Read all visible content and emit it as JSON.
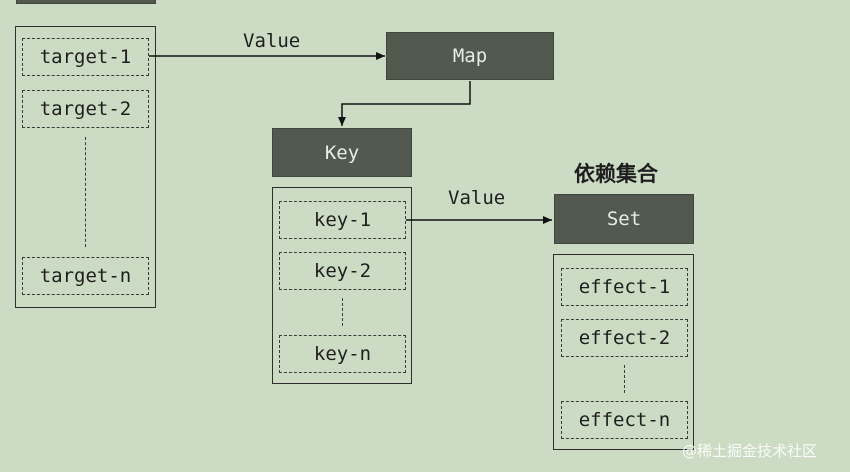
{
  "targets": {
    "items": [
      "target-1",
      "target-2",
      "target-n"
    ]
  },
  "map_box": {
    "label": "Map"
  },
  "key_box": {
    "label": "Key"
  },
  "keys": {
    "items": [
      "key-1",
      "key-2",
      "key-n"
    ]
  },
  "set_box": {
    "label": "Set",
    "title": "依赖集合"
  },
  "effects": {
    "items": [
      "effect-1",
      "effect-2",
      "effect-n"
    ]
  },
  "edges": {
    "target_to_map": "Value",
    "key_to_set": "Value"
  },
  "watermark": "@稀土掘金技术社区"
}
